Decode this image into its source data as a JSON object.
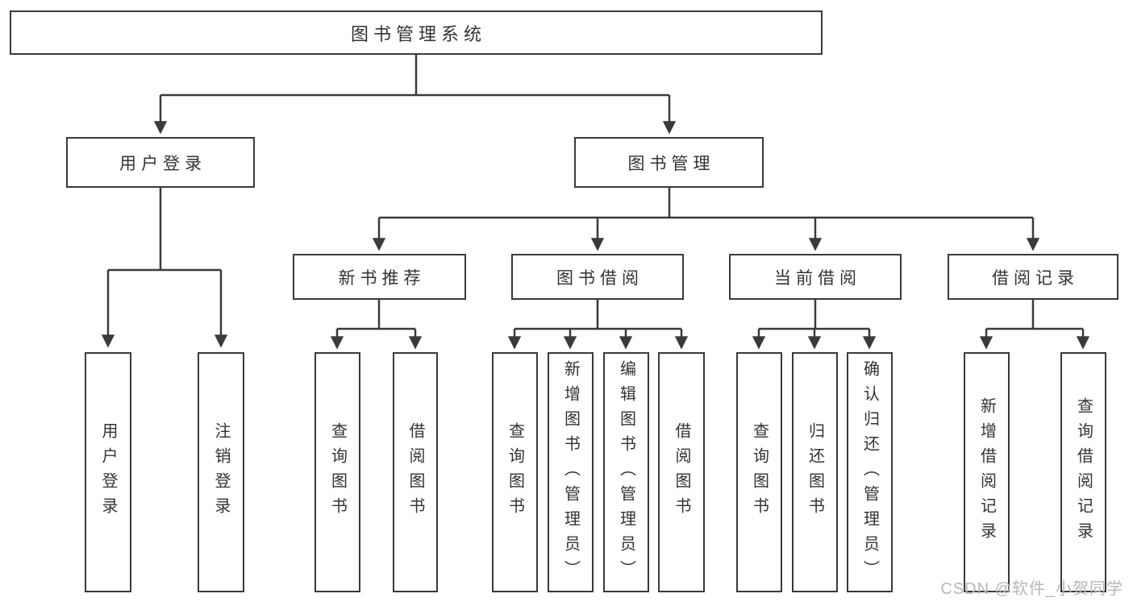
{
  "colors": {
    "line": "#3a3a3a",
    "text": "#333333",
    "box_background": "#ffffff",
    "watermark": "#b7b7b7",
    "background": "#ffffff"
  },
  "root": {
    "label": "图书管理系统"
  },
  "branches": [
    {
      "label": "用户登录",
      "children": [
        "用户登录",
        "注销登录"
      ]
    },
    {
      "label": "图书管理"
    }
  ],
  "modules": [
    {
      "label": "新书推荐",
      "children": [
        "查询图书",
        "借阅图书"
      ]
    },
    {
      "label": "图书借阅",
      "children": [
        "查询图书",
        "新增图书（管理员）",
        "编辑图书（管理员）",
        "借阅图书"
      ]
    },
    {
      "label": "当前借阅",
      "children": [
        "查询图书",
        "归还图书",
        "确认归还（管理员）"
      ]
    },
    {
      "label": "借阅记录",
      "children": [
        "新增借阅记录",
        "查询借阅记录"
      ]
    }
  ],
  "watermark": "CSDN @软件_小贺同学"
}
